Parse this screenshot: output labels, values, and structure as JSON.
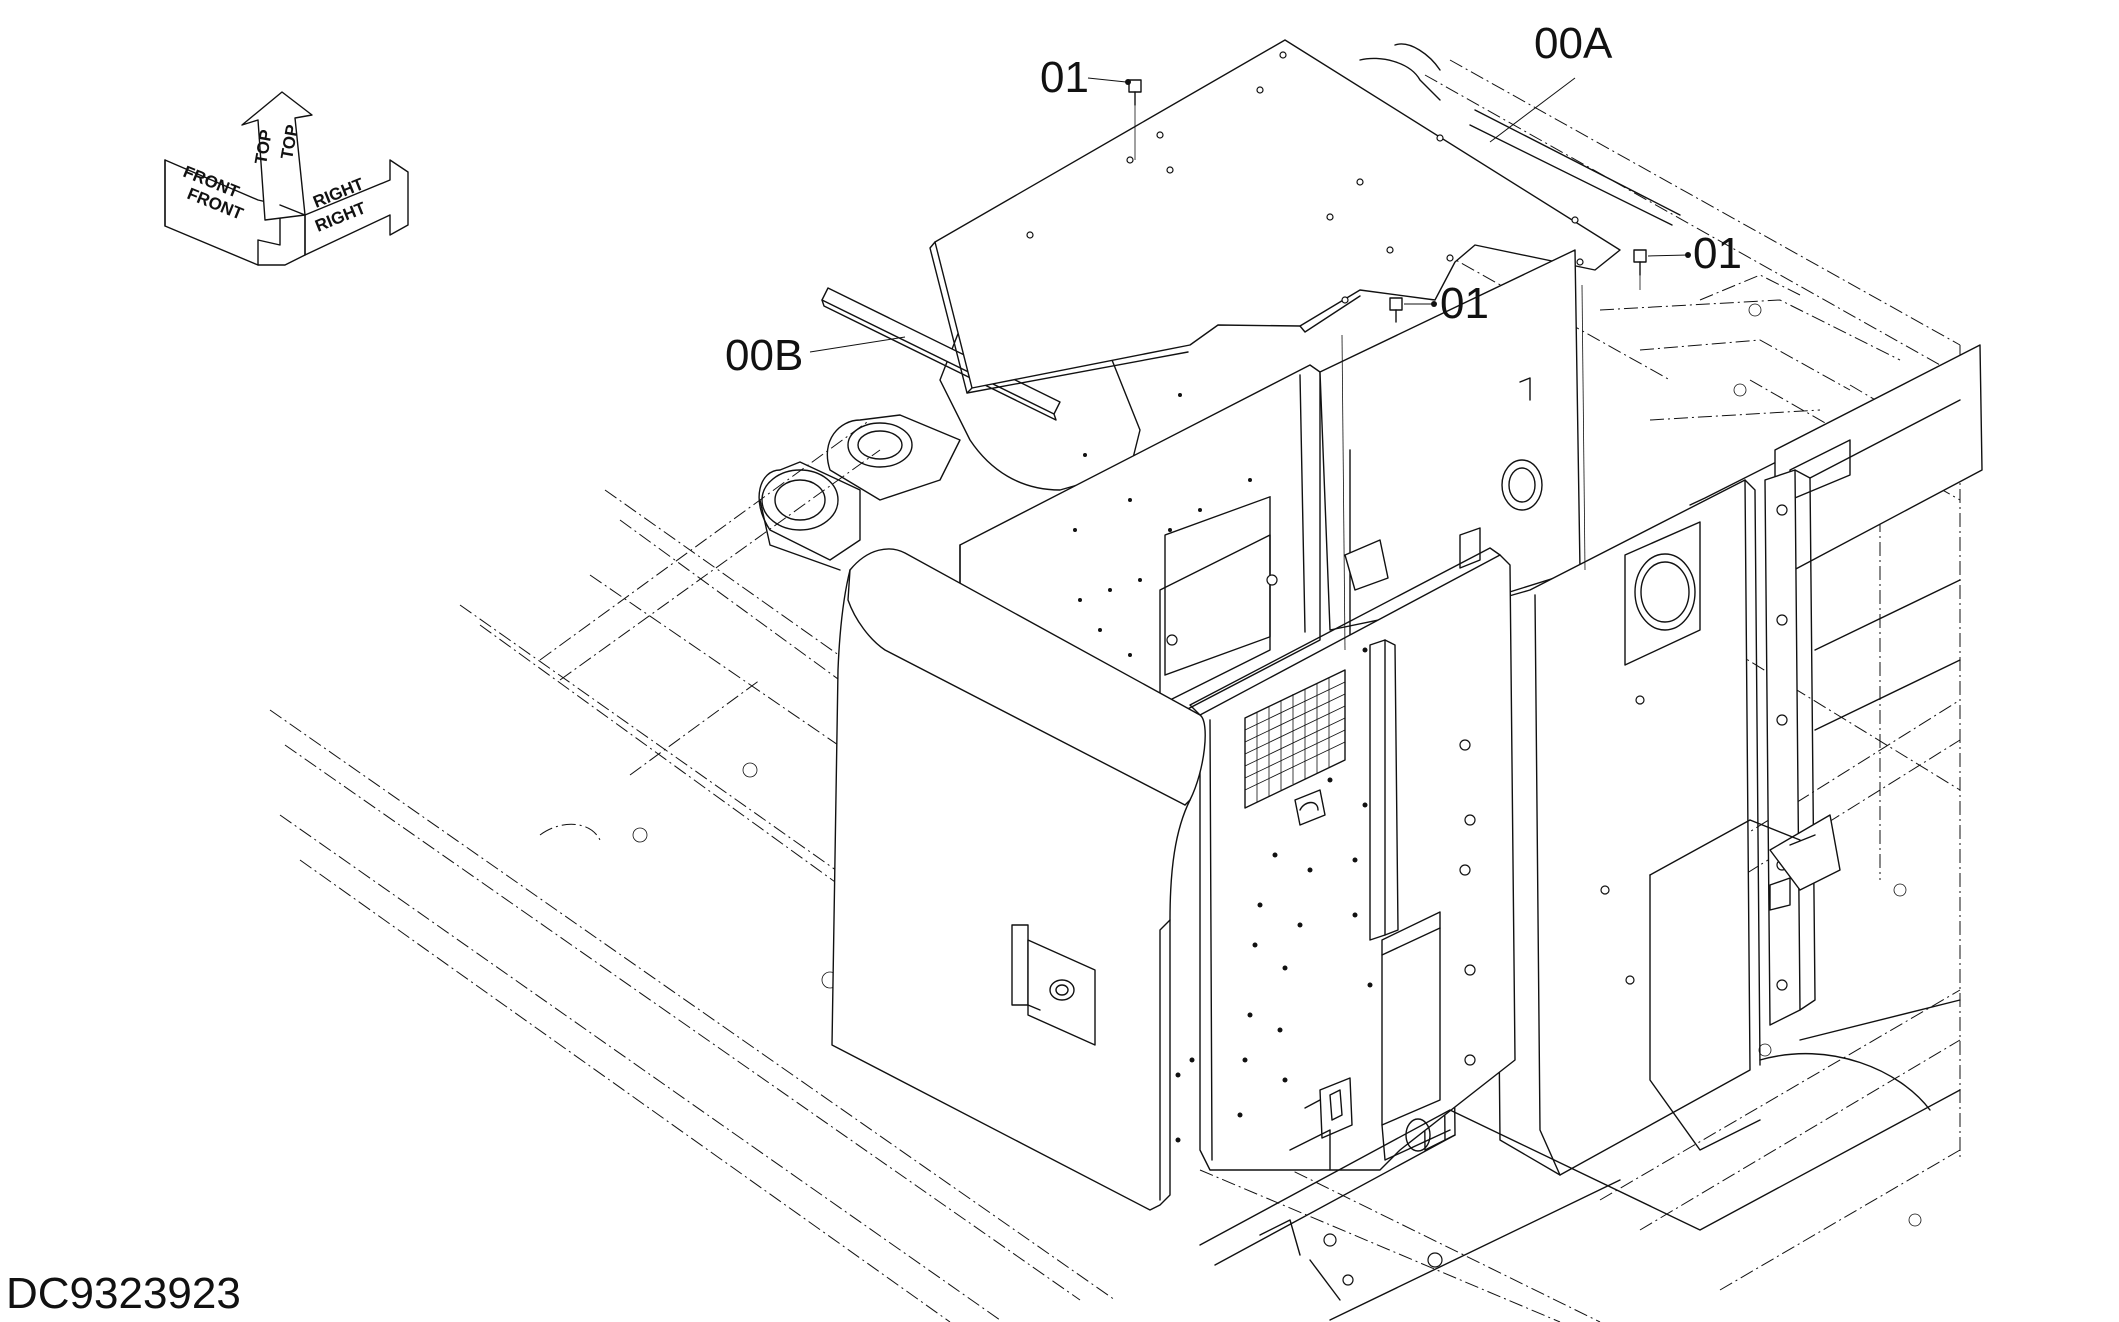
{
  "drawing_id": "DC9323923",
  "callouts": {
    "cover_plate": "00A",
    "seal_strip": "00B",
    "bolt_top": "01",
    "bolt_right": "01",
    "bolt_center": "01"
  },
  "orientation": {
    "front": "FRONT",
    "top": "TOP",
    "right": "RIGHT"
  }
}
